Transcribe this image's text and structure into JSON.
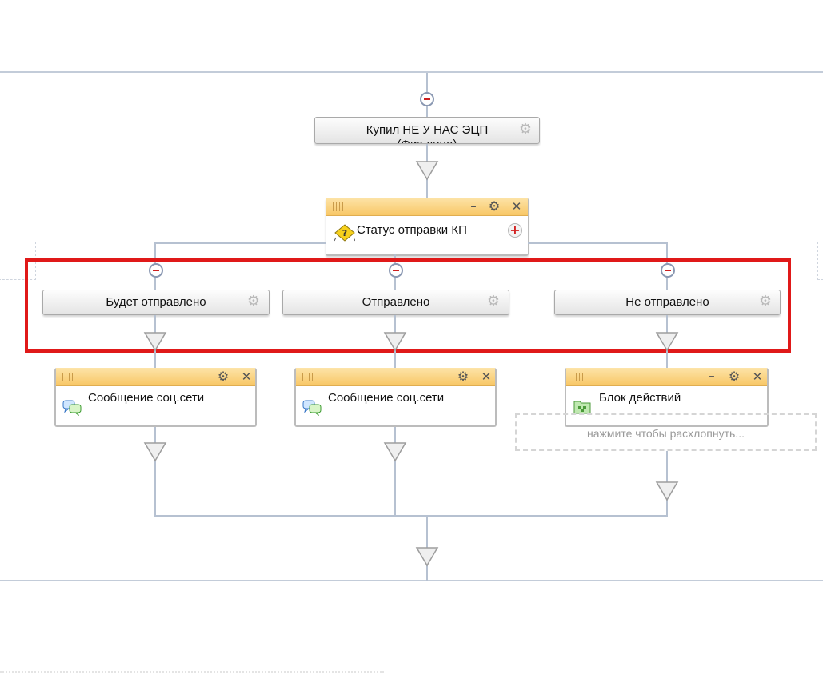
{
  "top_node": {
    "label": "Купил НЕ У НАС ЭЦП",
    "sublabel": "(Физ.лица)"
  },
  "branch_block": {
    "title": "Статус отправки КП"
  },
  "conditions": [
    {
      "label": "Будет отправлено"
    },
    {
      "label": "Отправлено"
    },
    {
      "label": "Не отправлено"
    }
  ],
  "actions": [
    {
      "title": "Сообщение соц.сети",
      "icon": "chat-bubbles-icon"
    },
    {
      "title": "Сообщение соц.сети",
      "icon": "chat-bubbles-icon"
    },
    {
      "title": "Блок действий",
      "icon": "green-folder-icon",
      "expand_hint": "нажмите чтобы расхлопнуть..."
    }
  ],
  "colors": {
    "connector": "#b6c1d1",
    "card_header": "#f8c766",
    "highlight_border": "#e01919",
    "minus_red": "#cc1f1f"
  }
}
